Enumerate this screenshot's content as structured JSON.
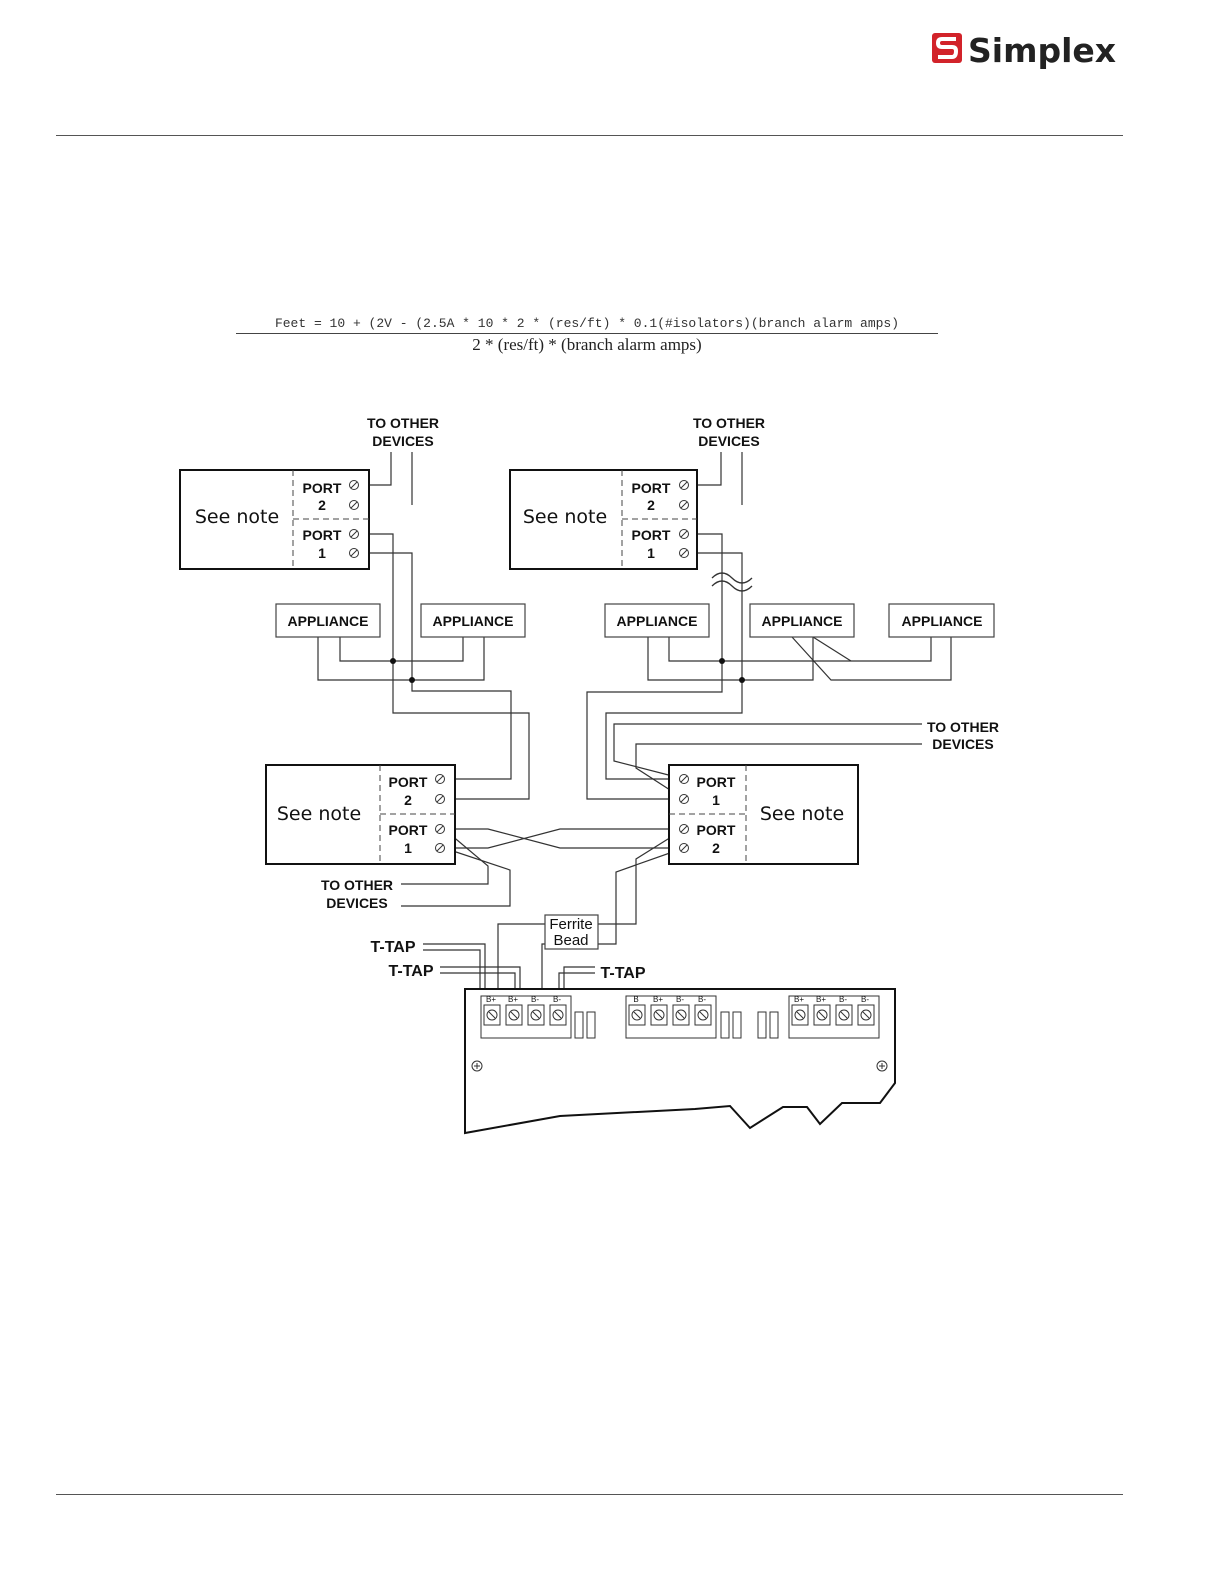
{
  "header": {
    "brand_name": "Simplex",
    "brand_color": "#d2232a"
  },
  "formula": {
    "numerator": "Feet = 10 + (2V - (2.5A * 10 * 2 * (res/ft) * 0.1(#isolators)(branch alarm amps)",
    "denominator": "2 * (res/ft) * (branch alarm amps)"
  },
  "diagram": {
    "devices": [
      {
        "label": "See note",
        "port_top_word": "PORT",
        "port_top_num": "2",
        "port_bottom_word": "PORT",
        "port_bottom_num": "1"
      },
      {
        "label": "See note",
        "port_top_word": "PORT",
        "port_top_num": "2",
        "port_bottom_word": "PORT",
        "port_bottom_num": "1"
      },
      {
        "label": "See note",
        "port_top_word": "PORT",
        "port_top_num": "2",
        "port_bottom_word": "PORT",
        "port_bottom_num": "1"
      },
      {
        "label": "See note",
        "port_top_word": "PORT",
        "port_top_num": "1",
        "port_bottom_word": "PORT",
        "port_bottom_num": "2"
      }
    ],
    "appliances": [
      "APPLIANCE",
      "APPLIANCE",
      "APPLIANCE",
      "APPLIANCE",
      "APPLIANCE"
    ],
    "to_other": [
      {
        "line1": "TO OTHER",
        "line2": "DEVICES"
      },
      {
        "line1": "TO OTHER",
        "line2": "DEVICES"
      },
      {
        "line1": "TO OTHER",
        "line2": "DEVICES"
      },
      {
        "line1": "TO OTHER",
        "line2": "DEVICES"
      }
    ],
    "ferrite": {
      "line1": "Ferrite",
      "line2": "Bead"
    },
    "ttaps": [
      "T-TAP",
      "T-TAP",
      "T-TAP"
    ],
    "terminal_labels": [
      "B+",
      "B+",
      "B-",
      "B-",
      "B",
      "B+",
      "B-",
      "B-",
      "B+",
      "B+",
      "B-",
      "B-"
    ]
  }
}
